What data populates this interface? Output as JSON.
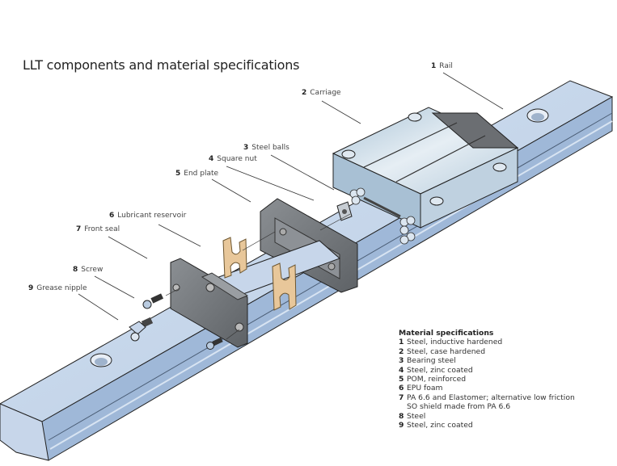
{
  "title": "LLT components and material specifications",
  "colors": {
    "rail": "#b9cde6",
    "rail_dark": "#8fa9cc",
    "carriage": "#c9d9e6",
    "end_plate": "#6f7377",
    "reservoir": "#e8c79a",
    "leader": "#333333"
  },
  "callouts": [
    {
      "num": "1",
      "label": "Rail"
    },
    {
      "num": "2",
      "label": "Carriage"
    },
    {
      "num": "3",
      "label": "Steel balls"
    },
    {
      "num": "4",
      "label": "Square nut"
    },
    {
      "num": "5",
      "label": "End plate"
    },
    {
      "num": "6",
      "label": "Lubricant reservoir"
    },
    {
      "num": "7",
      "label": "Front seal"
    },
    {
      "num": "8",
      "label": "Screw"
    },
    {
      "num": "9",
      "label": "Grease nipple"
    }
  ],
  "material_specs": {
    "heading": "Material specifications",
    "items": [
      {
        "num": "1",
        "text": "Steel, inductive hardened"
      },
      {
        "num": "2",
        "text": "Steel, case hardened"
      },
      {
        "num": "3",
        "text": "Bearing steel"
      },
      {
        "num": "4",
        "text": "Steel, zinc coated"
      },
      {
        "num": "5",
        "text": "POM, reinforced"
      },
      {
        "num": "6",
        "text": "EPU foam"
      },
      {
        "num": "7",
        "text": "PA 6.6 and Elastomer; alternative low friction",
        "continuation": "SO shield made from PA 6.6"
      },
      {
        "num": "8",
        "text": "Steel"
      },
      {
        "num": "9",
        "text": "Steel, zinc coated"
      }
    ]
  }
}
